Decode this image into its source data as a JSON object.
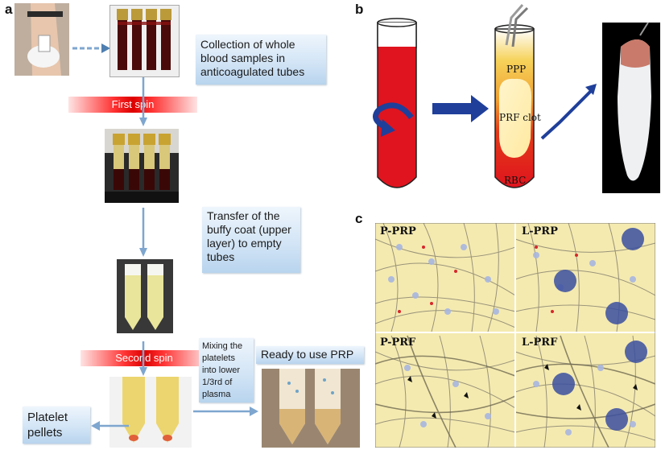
{
  "panels": {
    "a": "a",
    "b": "b",
    "c": "c"
  },
  "panel_a": {
    "collection": "Collection of whole blood samples in anticoagulated tubes",
    "first_spin": "First spin",
    "transfer": "Transfer of the buffy coat (upper layer) to empty tubes",
    "second_spin": "Second spin",
    "mixing": "Mixing the platelets into lower 1/3rd of plasma",
    "ready": "Ready to use PRP",
    "pellets": "Platelet pellets"
  },
  "panel_b": {
    "ppp": "PPP",
    "prf_clot": "PRF clot",
    "rbc": "RBC"
  },
  "panel_c": {
    "q1": "P-PRP",
    "q2": "L-PRP",
    "q3": "P-PRF",
    "q4": "L-PRF"
  },
  "colors": {
    "arrow_blue": "#7ea6cf",
    "dark_blue": "#1f3f9a",
    "blood_red": "#e0141e",
    "spin_red": "#e31010",
    "fibrin_bg": "#f4eab0"
  }
}
